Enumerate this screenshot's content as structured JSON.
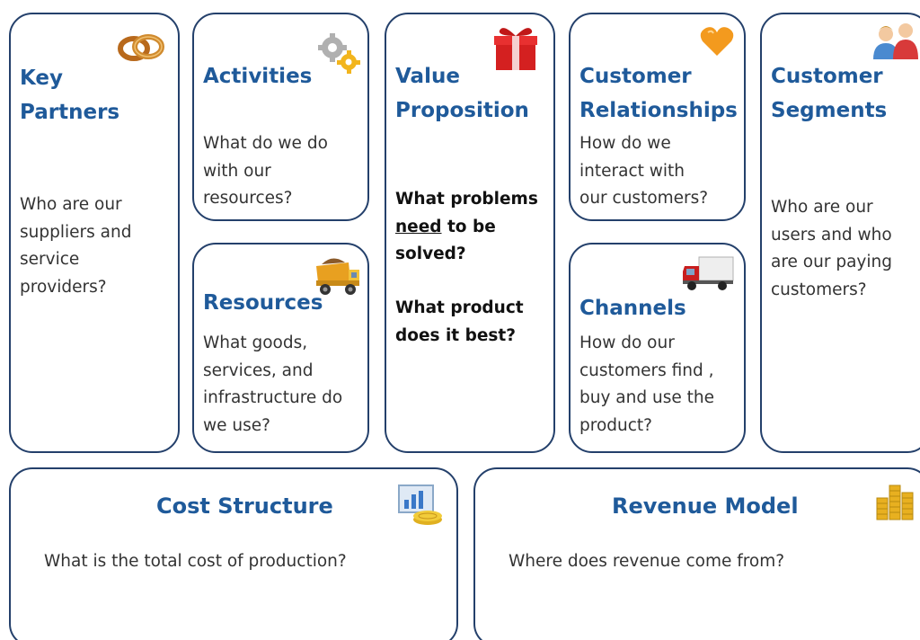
{
  "key_partners": {
    "title_line1": "Key",
    "title_line2": "Partners",
    "body": "Who are our\nsuppliers and\nservice\nproviders?",
    "icon": "rings-icon"
  },
  "activities": {
    "title": "Activities",
    "body": "What do we do\nwith our\nresources?",
    "icon": "gears-icon"
  },
  "resources": {
    "title": "Resources",
    "body": "What goods,\nservices, and\ninfrastructure do\nwe use?",
    "icon": "dump-truck-icon"
  },
  "value_proposition": {
    "title_line1": "Value",
    "title_line2": "Proposition",
    "q1_part1": "What problems",
    "q1_underlined": "need",
    "q1_part2": " to be",
    "q1_part3": "solved?",
    "q2_line1": "What product",
    "q2_line2": "does it best?",
    "icon": "gift-icon"
  },
  "customer_relationships": {
    "title_line1": "Customer",
    "title_line2": "Relationships",
    "body": "How do we\ninteract with\nour customers?",
    "icon": "heart-icon"
  },
  "channels": {
    "title": "Channels",
    "body": "How do our\ncustomers find ,\nbuy and use the\nproduct?",
    "icon": "delivery-truck-icon"
  },
  "customer_segments": {
    "title_line1": "Customer",
    "title_line2": "Segments",
    "body": "Who are our\nusers and who\nare our paying\ncustomers?",
    "icon": "people-icon"
  },
  "cost_structure": {
    "title": "Cost Structure",
    "body": "What is the total cost of production?",
    "icon": "chart-coins-icon"
  },
  "revenue_model": {
    "title": "Revenue Model",
    "body": "Where does  revenue come from?",
    "icon": "coin-stacks-icon"
  },
  "colors": {
    "border": "#24406b",
    "title": "#1f5a9a",
    "body": "#333333"
  }
}
